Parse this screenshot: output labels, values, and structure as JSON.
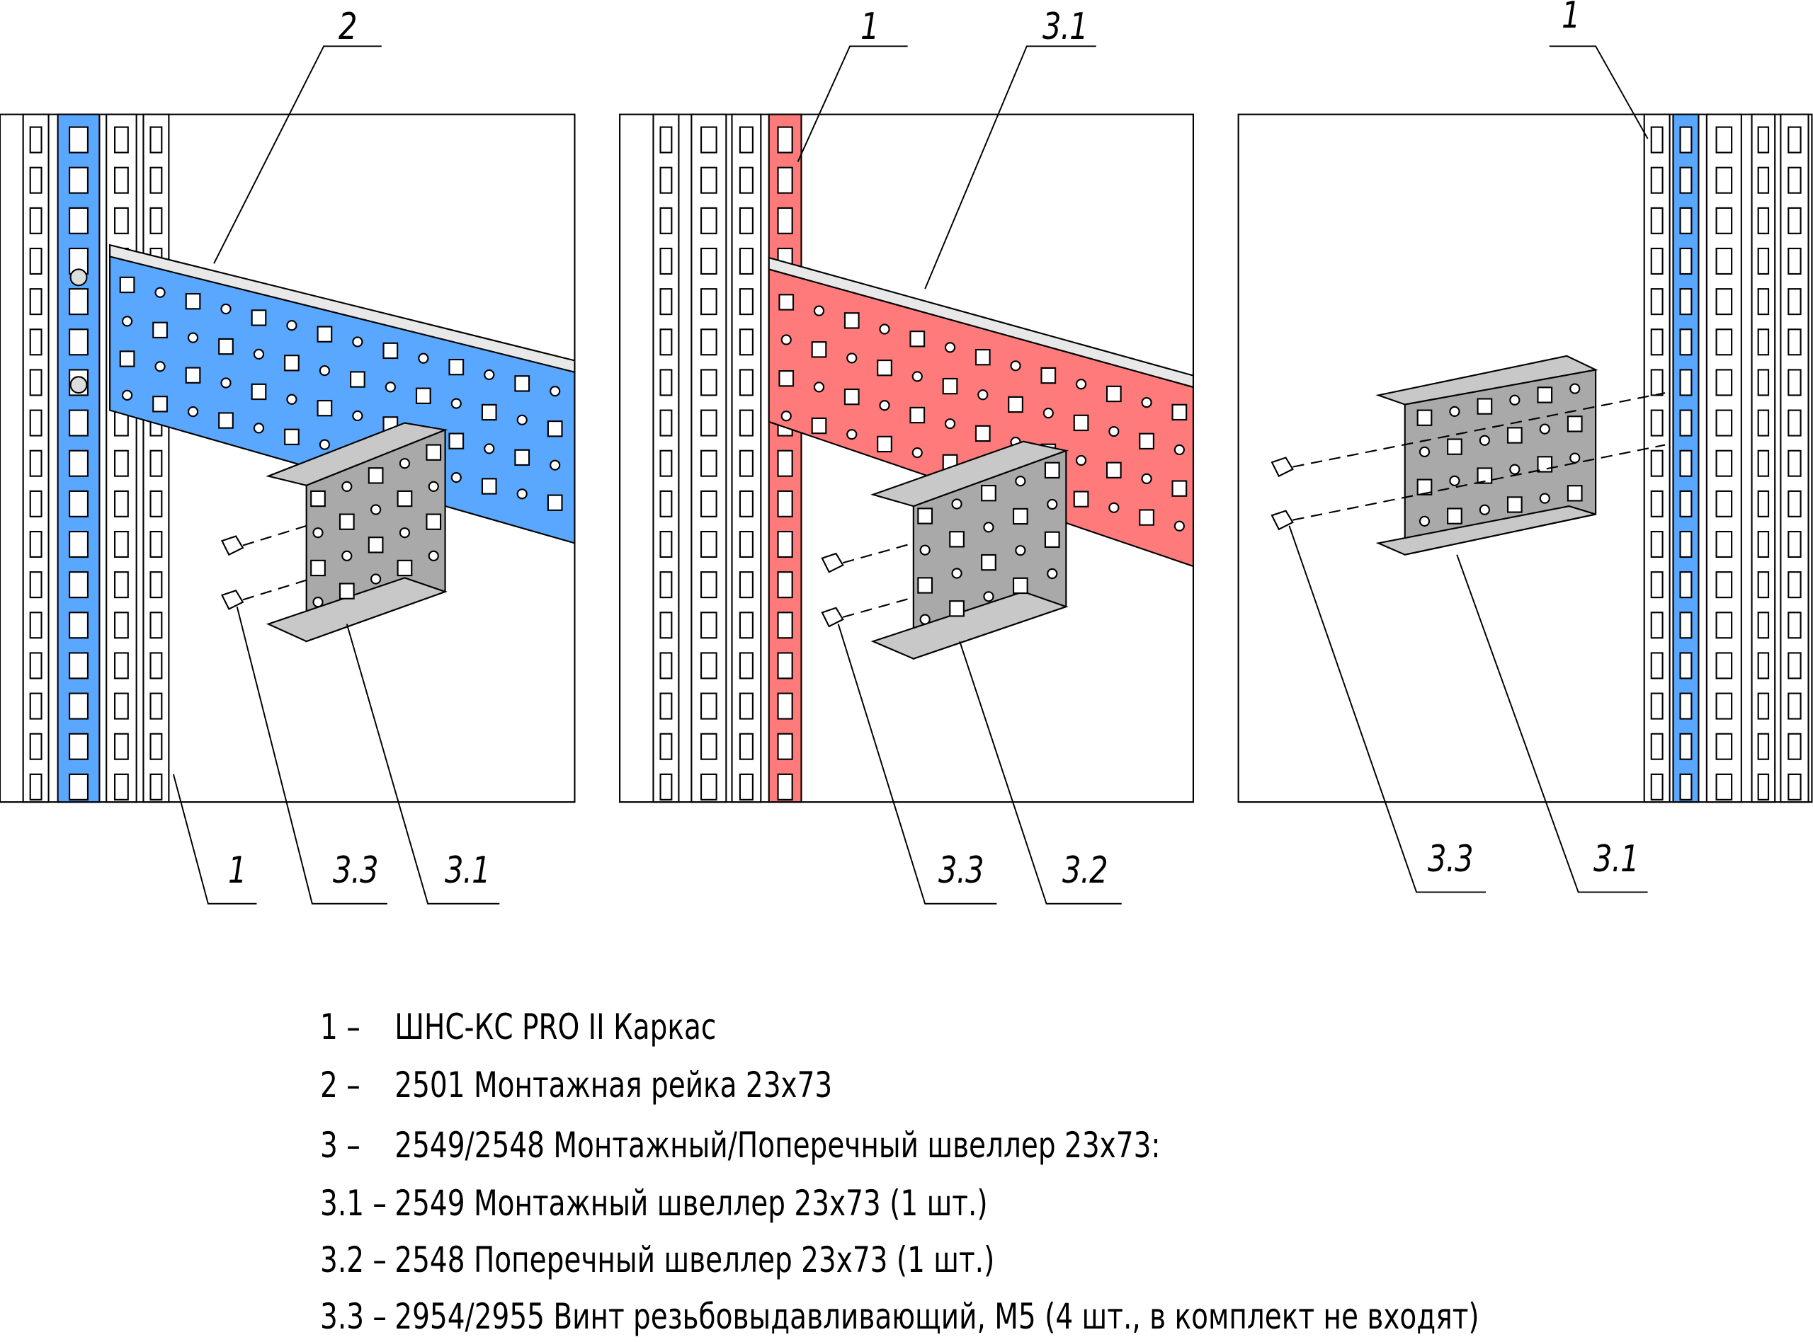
{
  "colors": {
    "rail_blue": "#5aa7ff",
    "rail_red": "#ff7b7b",
    "bracket_gray": "#a9a9a9",
    "line": "#000000"
  },
  "callouts": {
    "panel1": {
      "rail": "2",
      "frame": "1",
      "screw": "3.3",
      "channel": "3.1"
    },
    "panel2": {
      "frame": "1",
      "channel_top": "3.1",
      "screw": "3.3",
      "channel": "3.2"
    },
    "panel3": {
      "frame": "1",
      "screw": "3.3",
      "channel": "3.1"
    }
  },
  "legend": [
    {
      "num": "1 –",
      "text": "ШНС-КС PRO II Каркас"
    },
    {
      "num": "2 –",
      "text": "2501 Монтажная рейка 23x73"
    },
    {
      "num": "3 –",
      "text": "2549/2548 Монтажный/Поперечный швеллер 23x73:"
    },
    {
      "num": "3.1 –",
      "text": "2549 Монтажный швеллер 23x73 (1 шт.)"
    },
    {
      "num": "3.2 –",
      "text": "2548 Поперечный швеллер 23x73 (1 шт.)"
    },
    {
      "num": "3.3 –",
      "text": "2954/2955 Винт резьбовыдавливающий, М5 (4 шт., в комплект не входят)"
    }
  ]
}
